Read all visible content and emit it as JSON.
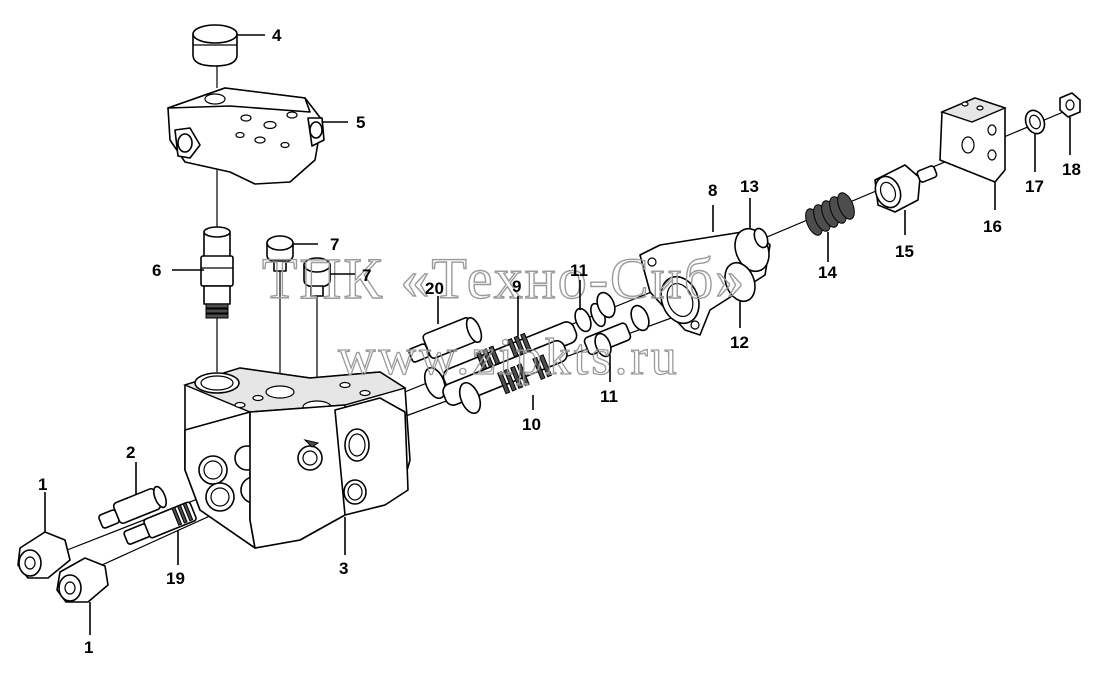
{
  "watermark": {
    "line1": "ТПК «Техно-Сиб»",
    "line2": "www.zipkts.ru"
  },
  "callouts": [
    {
      "id": "c1a",
      "text": "1"
    },
    {
      "id": "c1b",
      "text": "1"
    },
    {
      "id": "c2",
      "text": "2"
    },
    {
      "id": "c3",
      "text": "3"
    },
    {
      "id": "c4",
      "text": "4"
    },
    {
      "id": "c5",
      "text": "5"
    },
    {
      "id": "c6",
      "text": "6"
    },
    {
      "id": "c7a",
      "text": "7"
    },
    {
      "id": "c7b",
      "text": "7"
    },
    {
      "id": "c8",
      "text": "8"
    },
    {
      "id": "c9",
      "text": "9"
    },
    {
      "id": "c10",
      "text": "10"
    },
    {
      "id": "c11a",
      "text": "11"
    },
    {
      "id": "c11b",
      "text": "11"
    },
    {
      "id": "c12",
      "text": "12"
    },
    {
      "id": "c13",
      "text": "13"
    },
    {
      "id": "c14",
      "text": "14"
    },
    {
      "id": "c15",
      "text": "15"
    },
    {
      "id": "c16",
      "text": "16"
    },
    {
      "id": "c17",
      "text": "17"
    },
    {
      "id": "c18",
      "text": "18"
    },
    {
      "id": "c19",
      "text": "19"
    },
    {
      "id": "c20",
      "text": "20"
    }
  ]
}
